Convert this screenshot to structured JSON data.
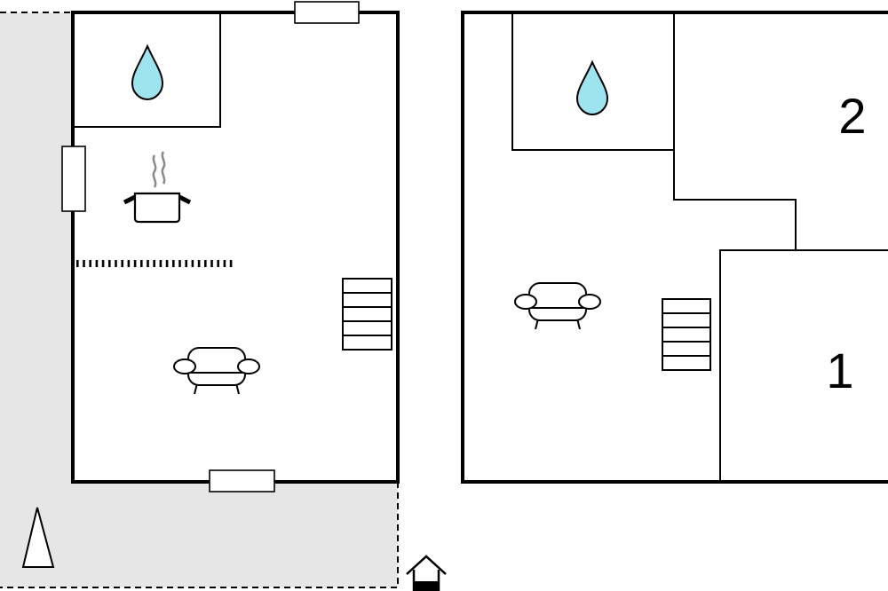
{
  "colors": {
    "terrace": "#e6e6e6",
    "water": "#9ee4ee",
    "steam": "#8a8a8a",
    "line": "#000000",
    "background": "#ffffff"
  },
  "icons": [
    "water-drop-icon",
    "cooking-pot-icon",
    "sofa-icon",
    "staircase-icon",
    "compass-north-icon",
    "house-entrance-icon"
  ],
  "ground_floor": {
    "rooms": [
      {
        "type": "bathroom",
        "icon": "water-drop-icon"
      },
      {
        "type": "kitchen",
        "icon": "cooking-pot-icon"
      },
      {
        "type": "living-room",
        "icon": "sofa-icon"
      }
    ]
  },
  "upper_floor": {
    "bedrooms": [
      {
        "label": "2"
      },
      {
        "label": "1"
      }
    ]
  }
}
